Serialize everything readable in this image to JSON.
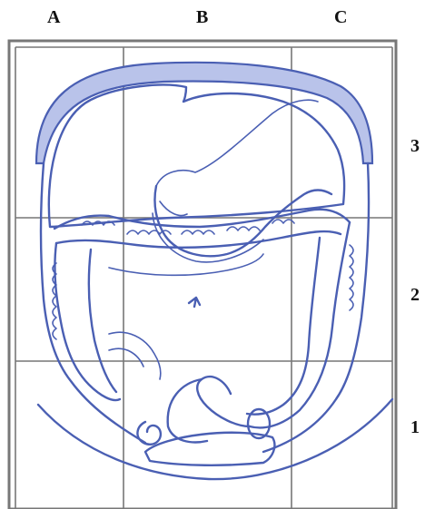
{
  "columns": [
    "A",
    "B",
    "C"
  ],
  "rows": [
    "3",
    "2",
    "1"
  ],
  "colors": {
    "organ_stroke": "#4a5fb3",
    "band_fill": "#b9c3ea",
    "grid": "#777777"
  }
}
